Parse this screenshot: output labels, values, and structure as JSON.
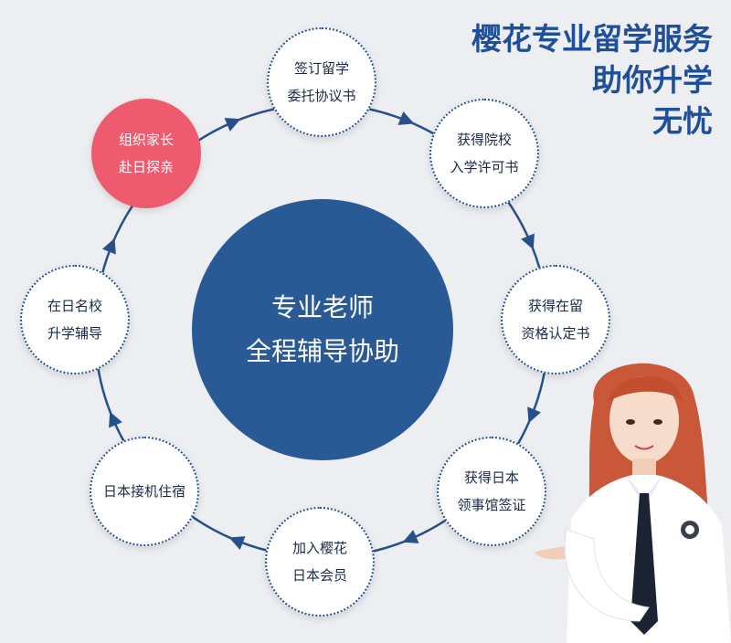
{
  "headline": {
    "line1": "樱花专业留学服务",
    "line2": "助你升学",
    "line3": "无忧"
  },
  "center": {
    "text": "专业老师\n全程辅导协助"
  },
  "colors": {
    "accent_blue": "#2a5a96",
    "highlight_pink": "#ee5a6e",
    "headline_blue": "#1f4f99",
    "arrow_blue": "#27508a"
  },
  "nodes": [
    {
      "text": "签订留学\n委托协议书",
      "highlight": false
    },
    {
      "text": "获得院校\n入学许可书",
      "highlight": false
    },
    {
      "text": "获得在留\n资格认定书",
      "highlight": false
    },
    {
      "text": "获得日本\n领事馆签证",
      "highlight": false
    },
    {
      "text": "加入樱花\n日本会员",
      "highlight": false
    },
    {
      "text": "日本接机住宿",
      "highlight": false
    },
    {
      "text": "在日名校\n升学辅导",
      "highlight": false
    },
    {
      "text": "组织家长\n赴日探亲",
      "highlight": true
    }
  ]
}
